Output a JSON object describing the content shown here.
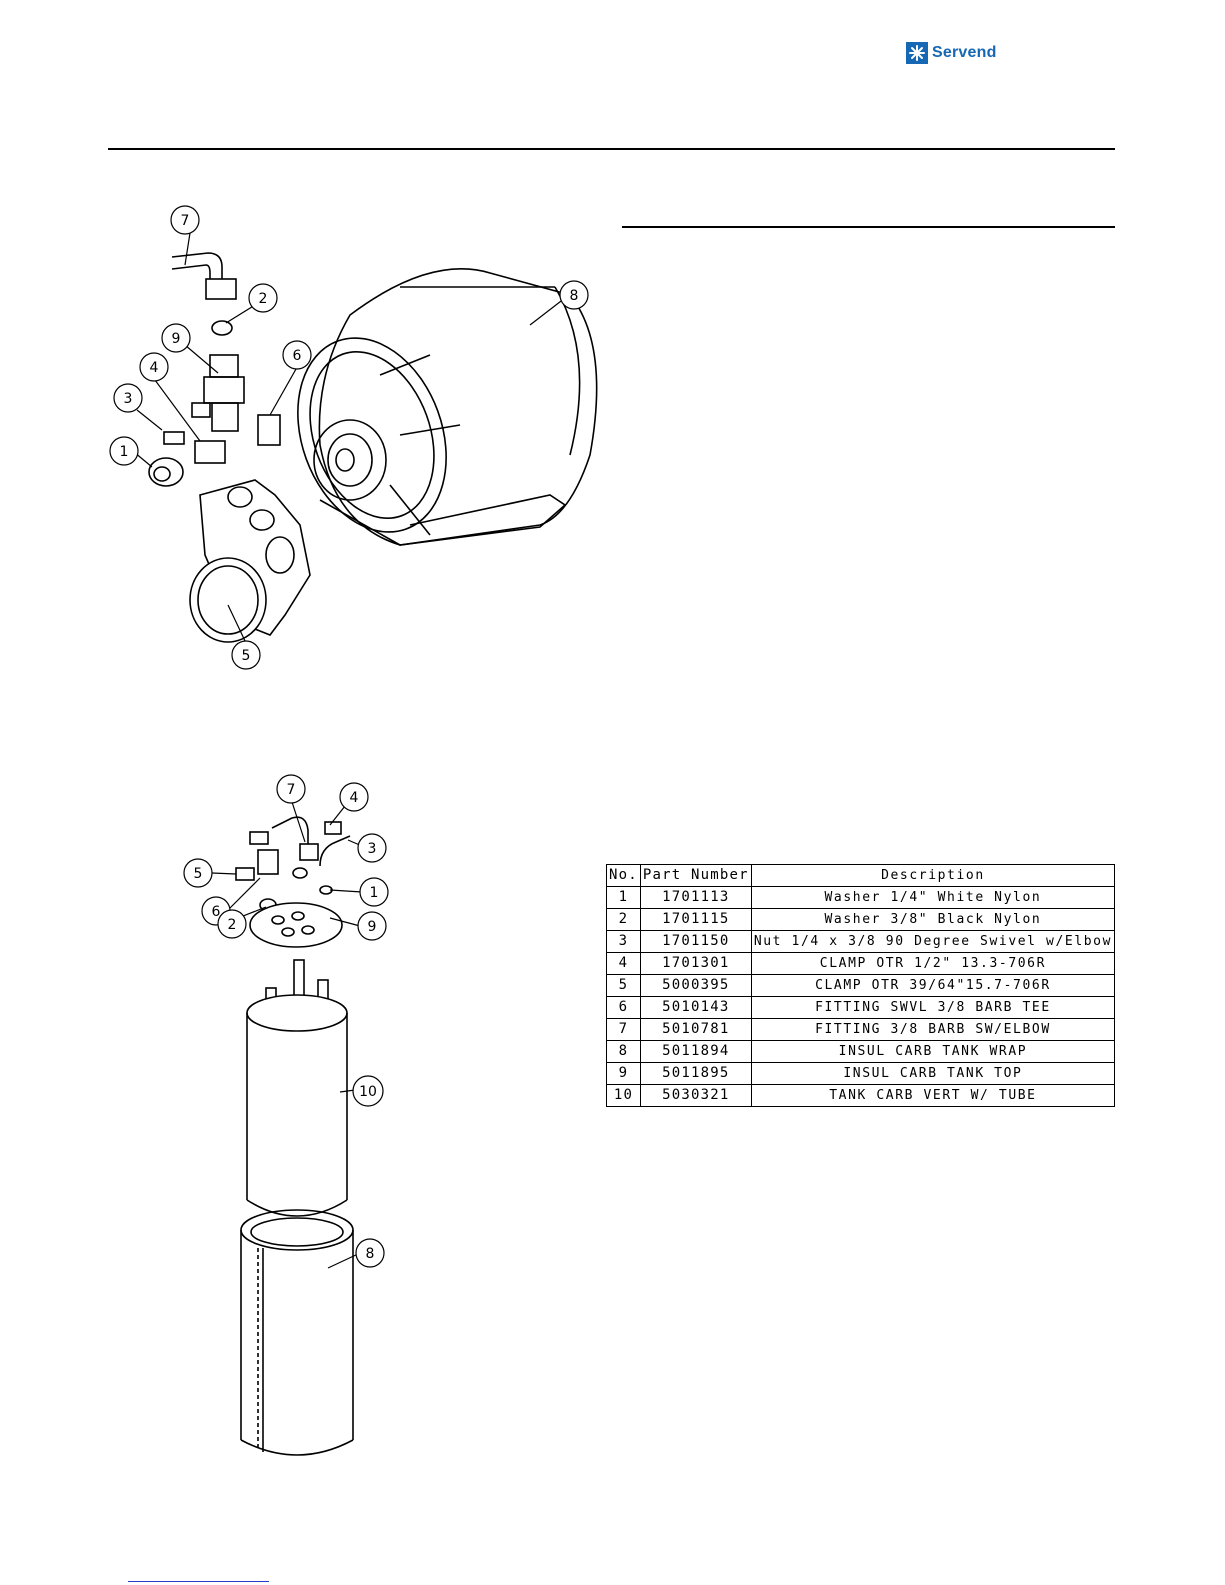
{
  "brand": {
    "name": "Servend",
    "color": "#1667b4",
    "icon": "snowflake-icon"
  },
  "pump_callouts": [
    "7",
    "2",
    "9",
    "6",
    "3",
    "4",
    "1",
    "8",
    "5"
  ],
  "tank_callouts": [
    "7",
    "4",
    "3",
    "5",
    "1",
    "6",
    "2",
    "9",
    "10",
    "8"
  ],
  "parts_table": {
    "headers": {
      "no": "No.",
      "part": "Part Number",
      "desc": "Description"
    },
    "rows": [
      {
        "no": "1",
        "part": "1701113",
        "desc": "Washer 1/4\"  White Nylon"
      },
      {
        "no": "2",
        "part": "1701115",
        "desc": "Washer 3/8\" Black Nylon"
      },
      {
        "no": "3",
        "part": "1701150",
        "desc": "Nut 1/4 x 3/8 90 Degree Swivel w/Elbow"
      },
      {
        "no": "4",
        "part": "1701301",
        "desc": "CLAMP OTR 1/2\" 13.3-706R"
      },
      {
        "no": "5",
        "part": "5000395",
        "desc": "CLAMP OTR 39/64\"15.7-706R"
      },
      {
        "no": "6",
        "part": "5010143",
        "desc": "FITTING SWVL 3/8 BARB TEE"
      },
      {
        "no": "7",
        "part": "5010781",
        "desc": "FITTING 3/8 BARB SW/ELBOW"
      },
      {
        "no": "8",
        "part": "5011894",
        "desc": "INSUL CARB TANK WRAP"
      },
      {
        "no": "9",
        "part": "5011895",
        "desc": "INSUL CARB TANK TOP"
      },
      {
        "no": "10",
        "part": "5030321",
        "desc": "TANK CARB VERT W/ TUBE"
      }
    ]
  }
}
